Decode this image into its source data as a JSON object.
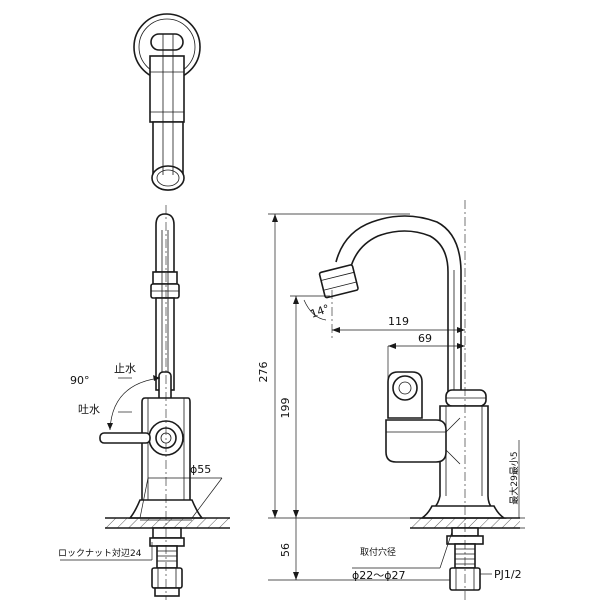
{
  "dimensions": {
    "total_height": "276",
    "spout_height": "199",
    "below_counter": "56",
    "reach_outer": "119",
    "reach_inner": "69",
    "spout_angle": "14°",
    "base_diameter": "ϕ55",
    "lever_angle": "90°",
    "counter_thickness": "最大29最小5"
  },
  "labels": {
    "stop_water": "止水",
    "discharge_water": "吐水",
    "lock_nut": "ロックナット対辺24",
    "mount_hole": "取付穴径",
    "mount_hole_range": "ϕ22～ϕ27",
    "thread": "PJ1/2"
  }
}
